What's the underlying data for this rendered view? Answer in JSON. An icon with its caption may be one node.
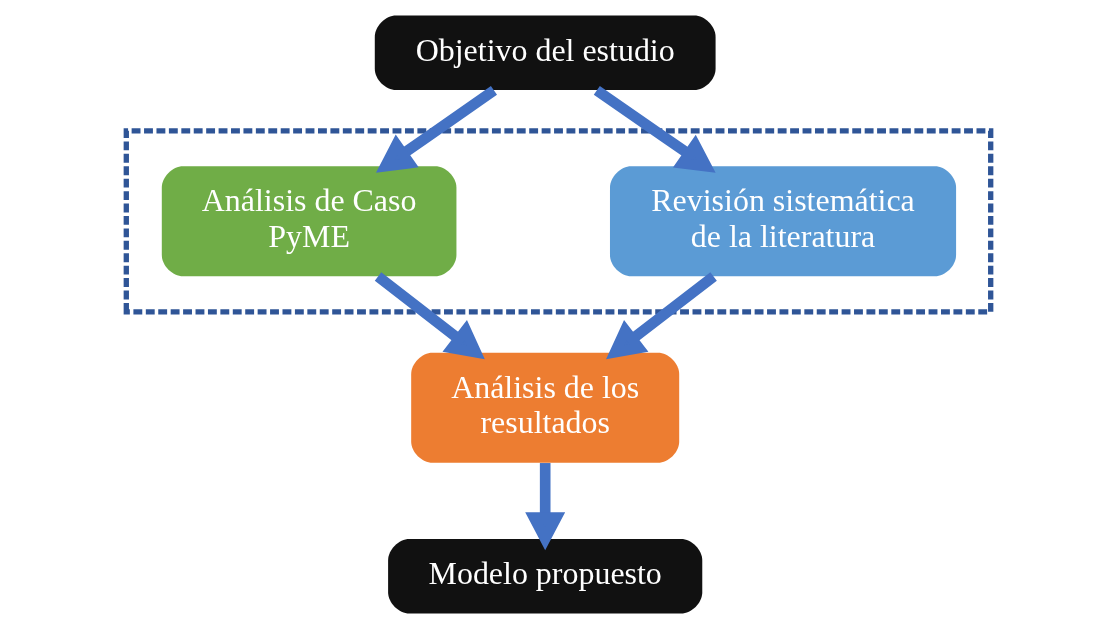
{
  "diagram": {
    "nodes": [
      {
        "text": [
          "Objetivo del estudio"
        ]
      },
      {
        "text": [],
        "shape": "box"
      },
      {
        "text": [
          "Revisión sistemática de la literatura"
        ],
        "in": 1
      },
      {
        "text": [
          "Análisis de Caso PyME"
        ],
        "in": 1
      },
      {
        "text": [
          "Análisis de los resultados"
        ]
      },
      {
        "text": [
          "Modelo propuesto"
        ]
      }
    ],
    "edges": [
      {
        "from": 0,
        "to": 2,
        "arrow": "to"
      },
      {
        "from": 0,
        "to": 3,
        "arrow": "to"
      },
      {
        "from": 2,
        "to": 4,
        "arrow": "to"
      },
      {
        "from": 3,
        "to": 4,
        "arrow": "to"
      },
      {
        "from": 4,
        "to": 5,
        "arrow": "to"
      }
    ]
  }
}
